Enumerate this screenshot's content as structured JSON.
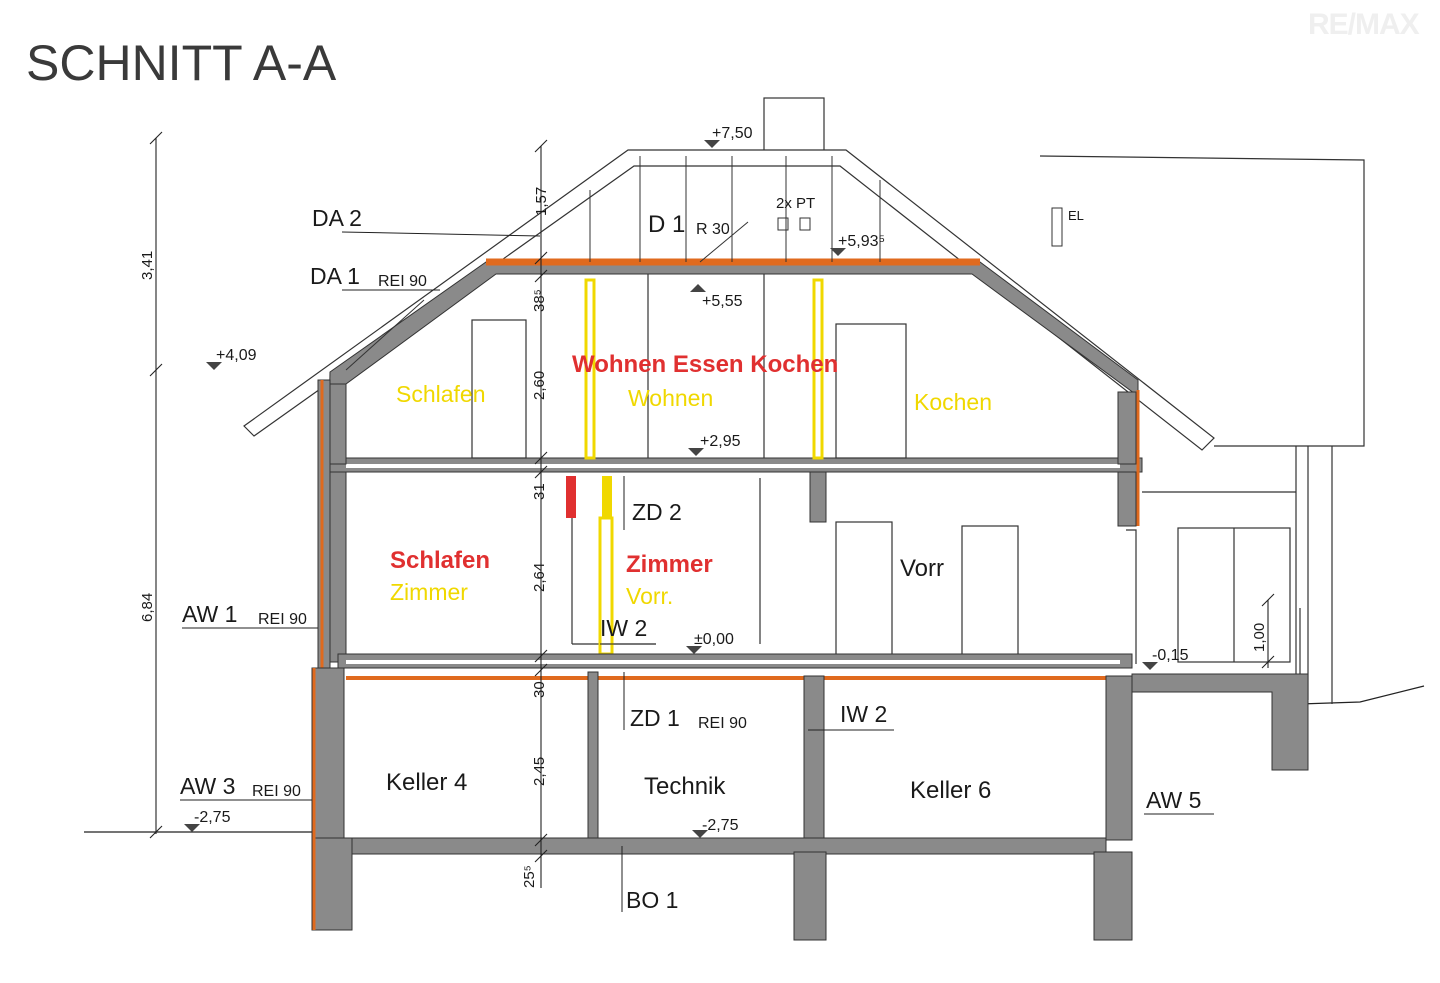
{
  "title": "SCHNITT A-A",
  "watermark": "RE/MAX",
  "colors": {
    "wall": "#8a8a8a",
    "insulation": "#e06a1e",
    "red_label": "#e03030",
    "yellow_label": "#f0d800",
    "line": "#1a1a1a"
  },
  "levels": {
    "ridge": "+7,50",
    "attic": "+5,93⁵",
    "top_floor_ceiling": "+5,55",
    "eave": "+4,09",
    "upper_floor": "+2,95",
    "ground_floor": "±0,00",
    "annex_floor": "-0,15",
    "basement_left": "-2,75",
    "basement_mid": "-2,75"
  },
  "dimensions": {
    "left_upper": "3,41",
    "left_lower": "6,84",
    "roof_top": "1,57",
    "dach_slab": "38⁵",
    "upper_height": "2,60",
    "zd2_slab": "31",
    "ground_height": "2,64",
    "zd1_slab": "30",
    "basement_height": "2,45",
    "floor_slab": "25⁵",
    "annex_rail": "1,00"
  },
  "components": {
    "da2": "DA 2",
    "da1": "DA 1",
    "da1_rating": "REI 90",
    "d1": "D 1",
    "d1_rating": "R 30",
    "pt": "2x PT",
    "el": "EL",
    "zd2": "ZD 2",
    "iw2_upper": "IW 2",
    "aw1": "AW 1",
    "aw1_rating": "REI 90",
    "zd1": "ZD 1",
    "zd1_rating": "REI 90",
    "iw2_lower": "IW 2",
    "aw3": "AW 3",
    "aw3_rating": "REI 90",
    "aw5": "AW 5",
    "bo1": "BO 1"
  },
  "rooms": {
    "upper_red": "Wohnen Essen Kochen",
    "upper_left_yellow": "Schlafen",
    "upper_mid_yellow": "Wohnen",
    "upper_right_yellow": "Kochen",
    "ground_left_red": "Schlafen",
    "ground_left_yellow": "Zimmer",
    "ground_mid_red": "Zimmer",
    "ground_mid_yellow": "Vorr.",
    "ground_right": "Vorr",
    "basement_left": "Keller 4",
    "basement_mid": "Technik",
    "basement_right": "Keller 6"
  }
}
